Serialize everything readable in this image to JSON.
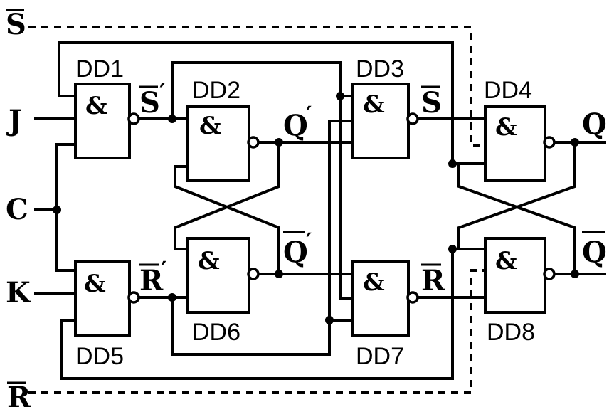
{
  "gates": {
    "dd1": {
      "name": "DD1",
      "symbol": "&"
    },
    "dd2": {
      "name": "DD2",
      "symbol": "&"
    },
    "dd3": {
      "name": "DD3",
      "symbol": "&"
    },
    "dd4": {
      "name": "DD4",
      "symbol": "&"
    },
    "dd5": {
      "name": "DD5",
      "symbol": "&"
    },
    "dd6": {
      "name": "DD6",
      "symbol": "&"
    },
    "dd7": {
      "name": "DD7",
      "symbol": "&"
    },
    "dd8": {
      "name": "DD8",
      "symbol": "&"
    }
  },
  "inputs": {
    "j": "J",
    "c": "C",
    "k": "K",
    "s_set": "S",
    "r_reset": "R"
  },
  "outputs": {
    "q": "Q",
    "q_bar": "Q"
  },
  "internal": {
    "s_prime": "S",
    "r_prime": "R",
    "q_prime": "Q",
    "q_prime_bar": "Q",
    "s_bar": "S",
    "r_bar": "R",
    "prime_mark": "′"
  }
}
